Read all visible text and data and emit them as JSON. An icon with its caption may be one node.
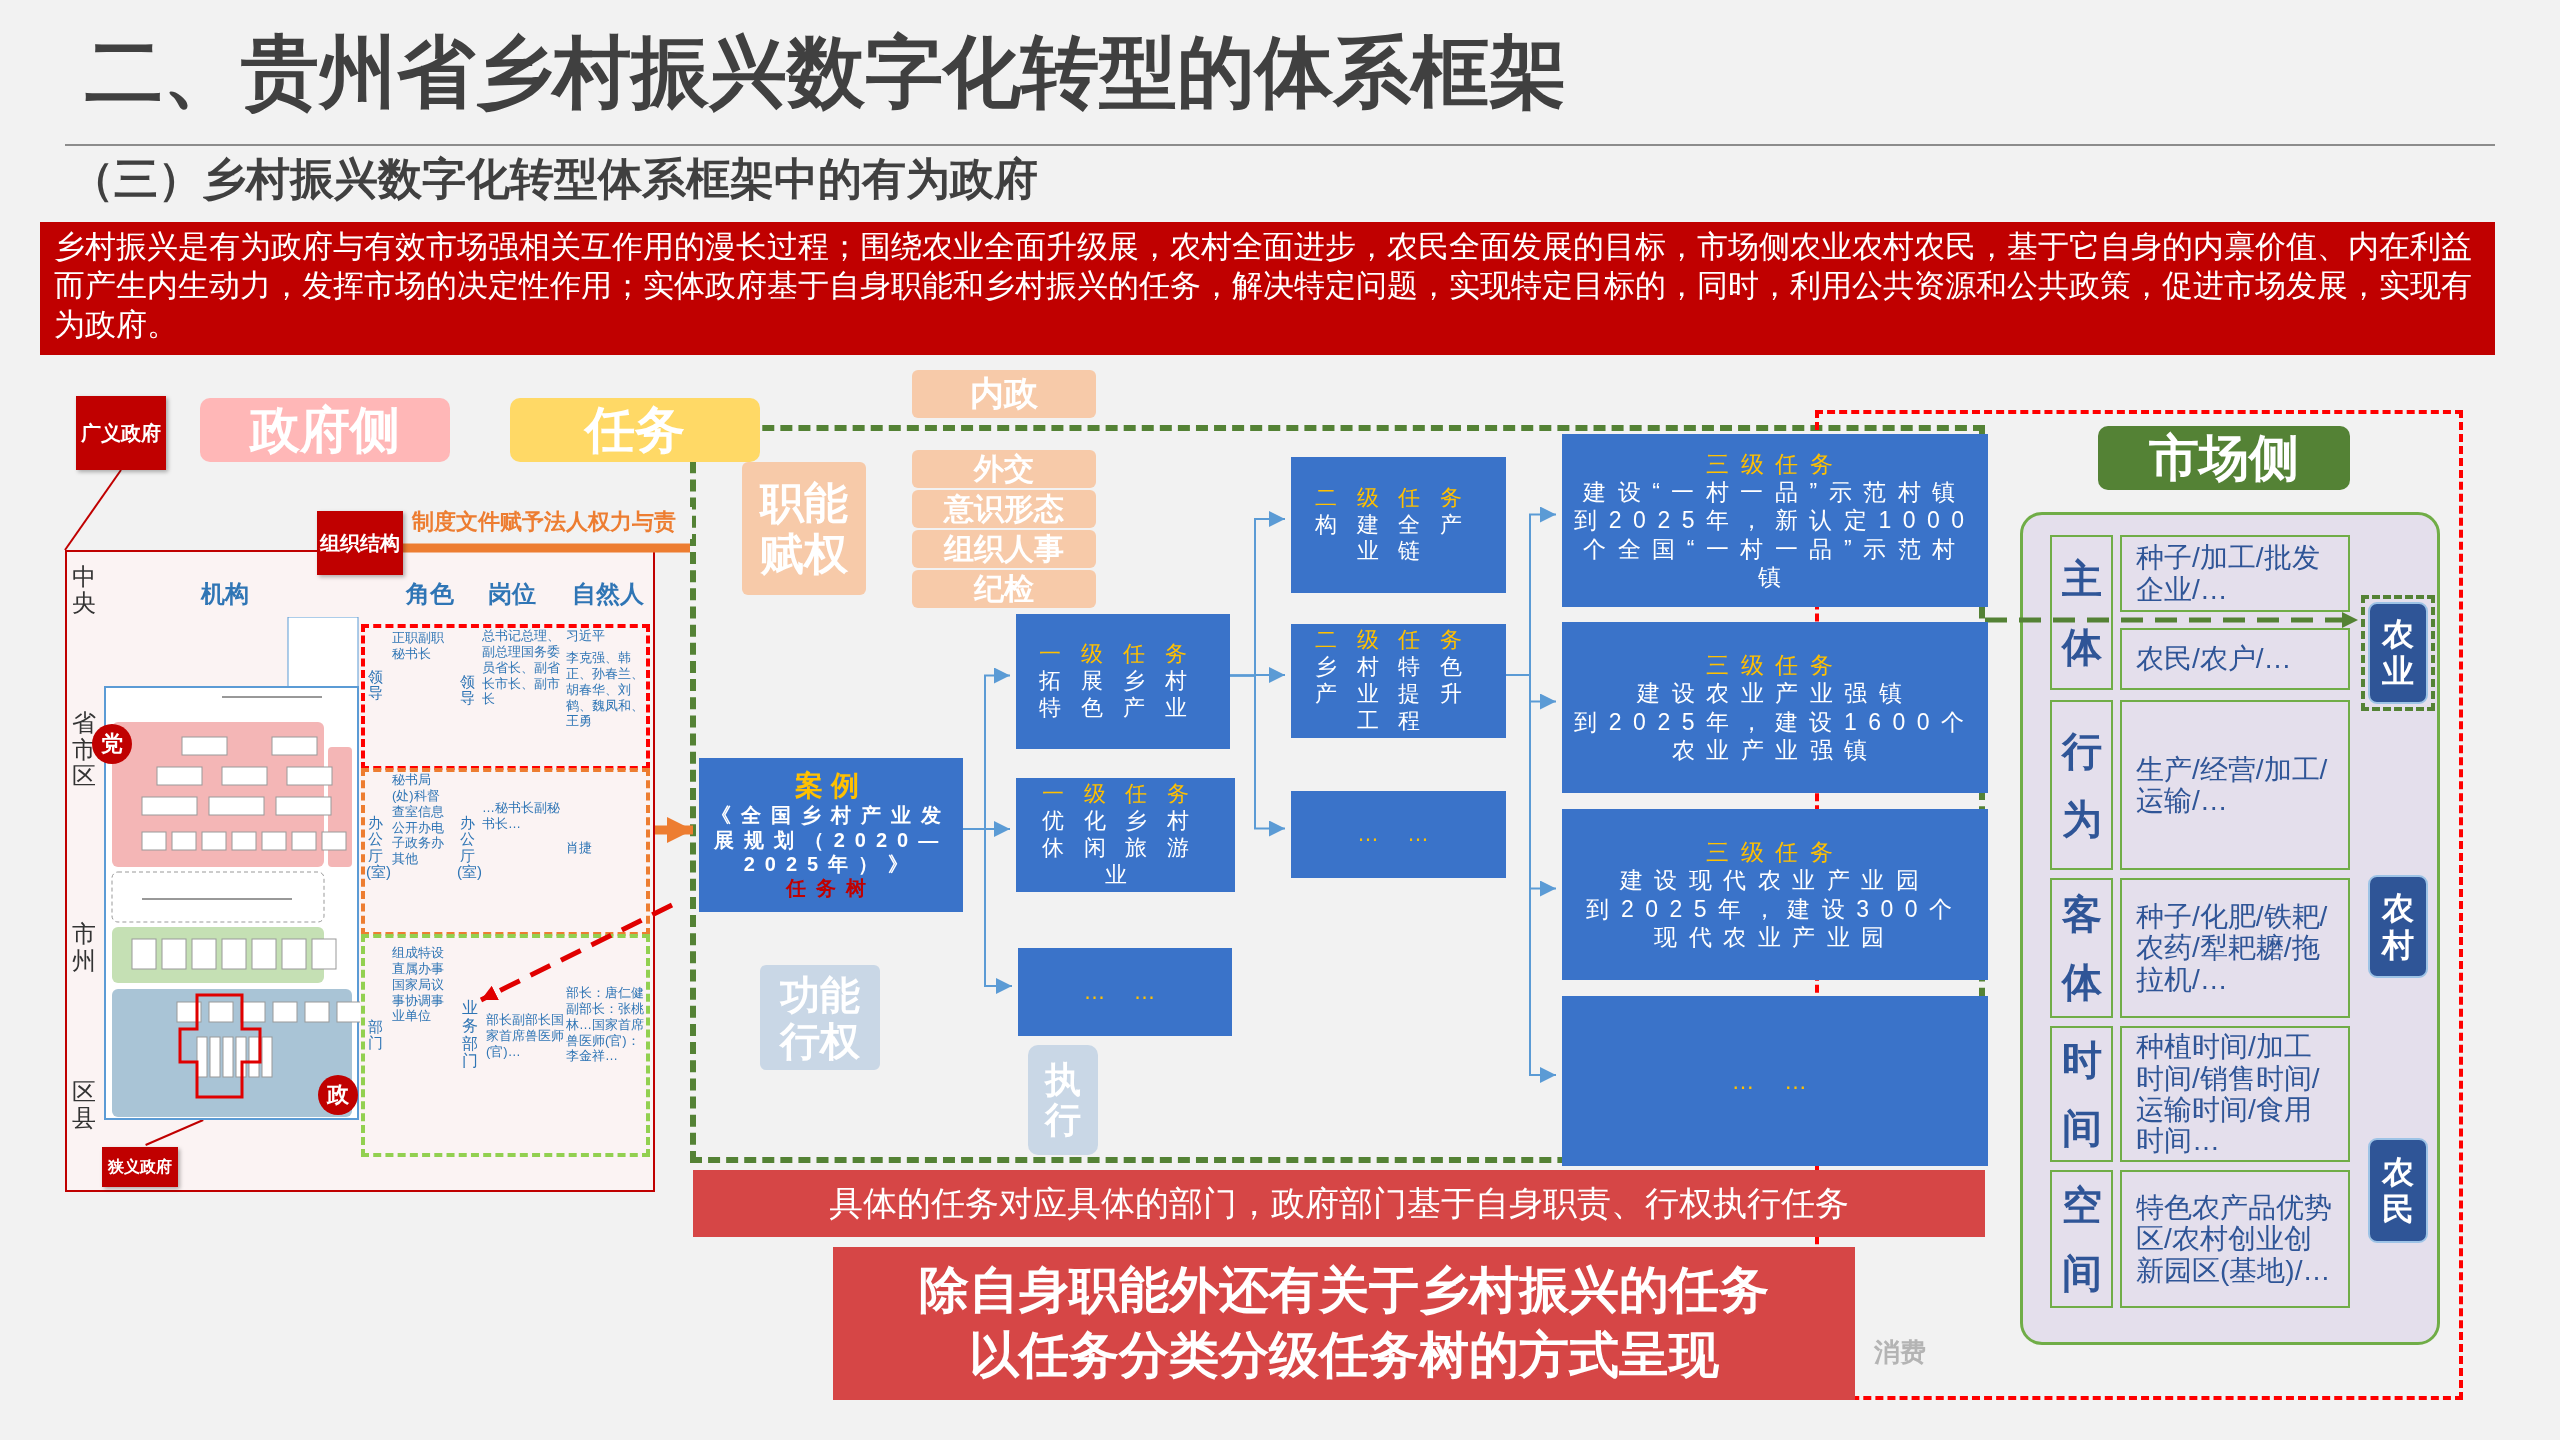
{
  "diagram": {
    "title": "二、贵州省乡村振兴数字化转型的体系框架",
    "nodes": [
      {
        "text": [
          "政府侧"
        ]
      },
      {
        "text": [
          "任务"
        ]
      },
      {
        "text": [
          "市场侧"
        ]
      },
      {
        "text": [
          "广义政府"
        ]
      },
      {
        "text": [
          "组织结构"
        ]
      },
      {
        "text": [],
        "shape": "box"
      },
      {
        "text": [],
        "shape": "picture",
        "in": 5
      },
      {
        "text": [
          "业务部门"
        ],
        "in": 5
      },
      {
        "text": [
          "狭义政府"
        ],
        "in": 5
      },
      {
        "text": [],
        "shape": "box"
      },
      {
        "text": [
          "案例",
          "《全国乡村产业发展规划（2020—2025年）》",
          "任务树"
        ],
        "in": 9
      },
      {
        "text": [
          "一级任务",
          "拓展乡村特色产业"
        ],
        "in": 9
      },
      {
        "text": [
          "一级任务",
          "优化乡村休闲旅游业"
        ],
        "in": 9
      },
      {
        "text": [
          "… …"
        ],
        "in": 9
      },
      {
        "text": [
          "二级任务",
          "构建全产业链"
        ],
        "in": 9
      },
      {
        "text": [
          "二级任务",
          "乡村特色产业提升工程"
        ],
        "in": 9
      },
      {
        "text": [
          "… …"
        ],
        "in": 9
      },
      {
        "text": [
          "三级任务",
          "建设“一村一品”示范村镇",
          "到2025年，新认定1000个全国“一村一品”示范村镇"
        ],
        "in": 9
      },
      {
        "text": [
          "三级任务",
          "建设农业产业强镇",
          "到2025年，建设1600个农业产业强镇"
        ],
        "in": 9
      },
      {
        "text": [
          "三级任务",
          "建设现代农业产业园",
          "到2025年，建设300个现代农业产业园"
        ],
        "in": 9
      },
      {
        "text": [
          "… …"
        ],
        "in": 9
      },
      {
        "text": [
          "具体的任务对应具体的部门，政府部门基于自身职责、行权执行任务"
        ]
      },
      {
        "text": [
          "除自身职能外还有关于乡村振兴的任务以任务分类分级**任务树**的方式呈现"
        ]
      },
      {
        "text": [],
        "shape": "box"
      },
      {
        "text": [
          "农业"
        ],
        "in": 23
      },
      {
        "text": [
          "农村"
        ],
        "in": 23
      },
      {
        "text": [
          "农民"
        ],
        "in": 23
      }
    ],
    "edges": [
      {
        "from": 3,
        "to": 5,
        "arrow": "none",
        "color": "#c00000"
      },
      {
        "from": 4,
        "to": 9,
        "arrow": "none",
        "label": "制度文件赋予法人权力与责",
        "color": "#ed7d31",
        "style": "thick"
      },
      {
        "from": 5,
        "to": 10,
        "arrow": "to",
        "color": "#ed7d31",
        "style": "thick"
      },
      {
        "from": null,
        "to": 7,
        "arrow": "to",
        "style": "dashed",
        "color": "#e00000"
      },
      {
        "from": 8,
        "to": 6,
        "arrow": "none",
        "color": "#c00000"
      },
      {
        "from": 10,
        "to": 11,
        "arrow": "to"
      },
      {
        "from": 10,
        "to": 12,
        "arrow": "to"
      },
      {
        "from": 10,
        "to": 13,
        "arrow": "to"
      },
      {
        "from": 11,
        "to": 14,
        "arrow": "to"
      },
      {
        "from": 11,
        "to": 15,
        "arrow": "to"
      },
      {
        "from": 11,
        "to": 16,
        "arrow": "to"
      },
      {
        "from": 15,
        "to": 17,
        "arrow": "to"
      },
      {
        "from": 15,
        "to": 18,
        "arrow": "to"
      },
      {
        "from": 15,
        "to": 19,
        "arrow": "to"
      },
      {
        "from": 15,
        "to": 20,
        "arrow": "to"
      },
      {
        "from": 9,
        "to": 24,
        "arrow": "to",
        "style": "dashed",
        "color": "#548235"
      }
    ],
    "labels": [
      "（三）乡村振兴数字化转型体系框架中的有为政府",
      "乡村振兴是有为政府与有效市场强相关互作用的漫长过程；围绕农业全面升级展，农村全面进步，农民全面发展的目标，市场侧农业农村农民，基于它自身的内禀价值、内在利益而产生内生动力，发挥市场的决定性作用；实体政府基于自身职能和乡村振兴的任务，解决特定问题，实现特定目标的，同时，利用公共资源和公共政策，促进市场发展，实现有为政府。",
      "中央",
      "省市区",
      "市州",
      "区县",
      "机构",
      "角色",
      "岗位",
      "自然人",
      "党",
      "政",
      "领导",
      "正职副职秘书长",
      "领导",
      "总书记总理、副总理国务委员省长、副省长市长、副市长",
      "习近平",
      "李克强、韩正、孙春兰、胡春华、刘鹤、魏凤和、王勇",
      "办公厅(室)",
      "秘书局(处)科督查室信息公开办电子政务办其他",
      "办公厅(室)",
      "…秘书长副秘书长…",
      "肖捷",
      "部门",
      "组成特设直属办事国家局议事协调事业单位",
      "部长副部长国家首席兽医师(官)…",
      "部长：唐仁健副部长：张桃林…国家首席兽医师(官)：李金祥…",
      "职能赋权",
      "内政",
      "外交",
      "意识形态",
      "组织人事",
      "纪检",
      "功能行权",
      "执行",
      "消费",
      "主体",
      "种子/加工/批发企业/…",
      "农民/农户/…",
      "行为",
      "生产/经营/加工/运输/…",
      "客体",
      "种子/化肥/铁耙/农药/犁耙耱/拖拉机/…",
      "时间",
      "种植时间/加工时间/销售时间/运输时间/食用时间…",
      "空间",
      "特色农产品优势区/农村创业创新园区(基地)/…"
    ]
  }
}
